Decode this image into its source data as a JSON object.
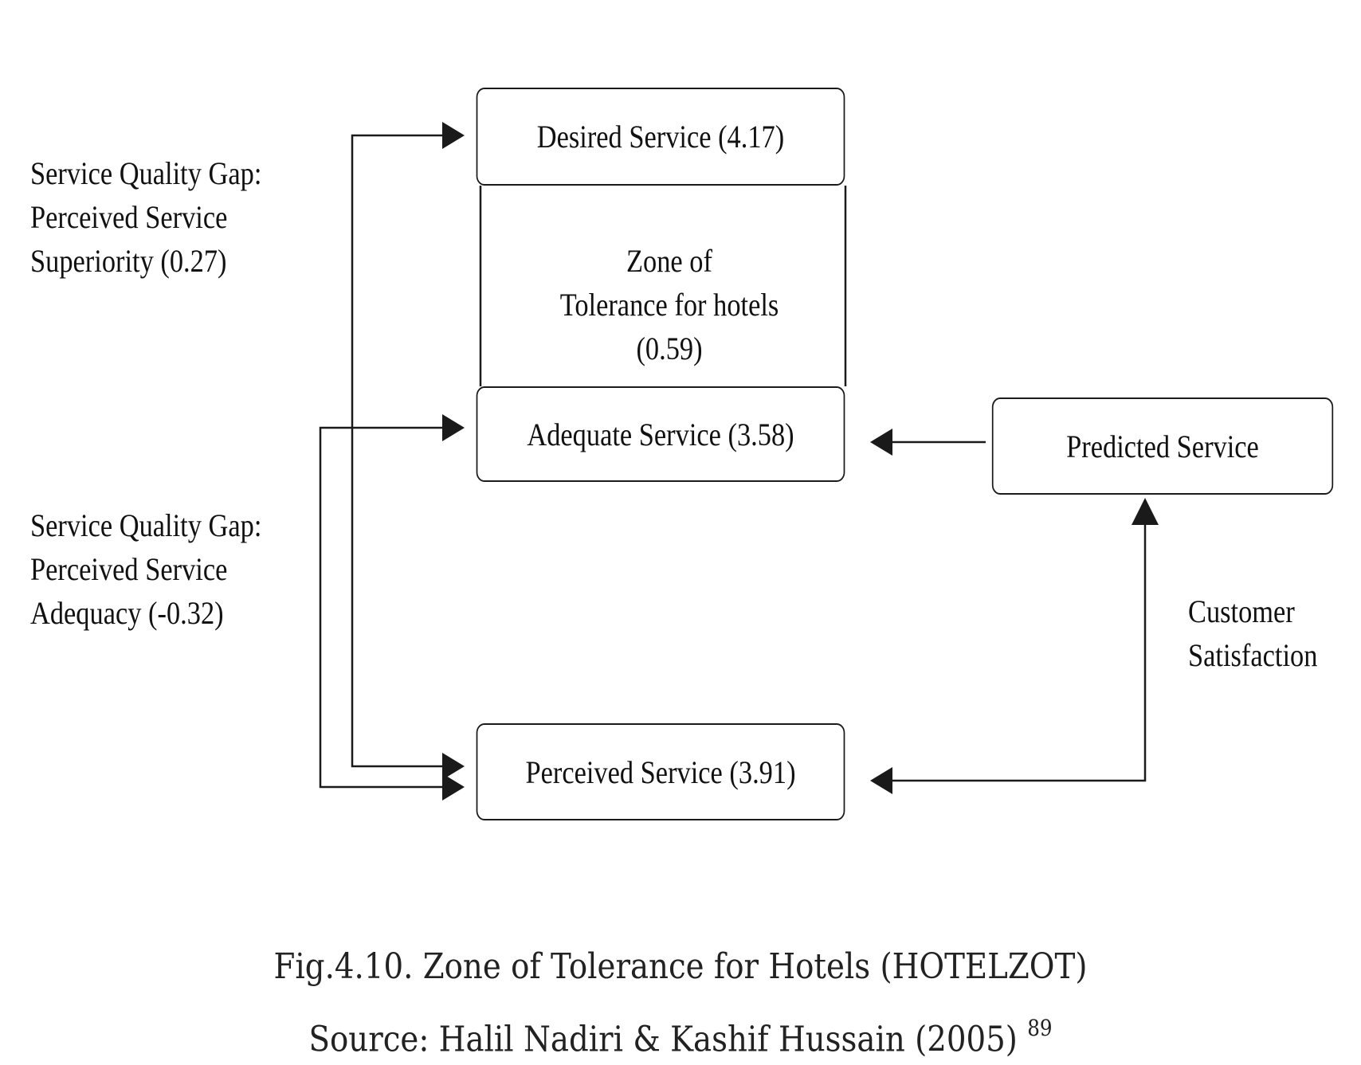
{
  "boxes": {
    "desired": "Desired Service (4.17)",
    "adequate": "Adequate Service (3.58)",
    "perceived": "Perceived Service (3.91)",
    "predicted": "Predicted Service"
  },
  "zone": {
    "line1": "Zone of",
    "line2": "Tolerance for hotels",
    "line3": "(0.59)"
  },
  "gap_superiority": {
    "line1": "Service Quality Gap:",
    "line2": "Perceived Service",
    "line3": "Superiority (0.27)"
  },
  "gap_adequacy": {
    "line1": "Service Quality Gap:",
    "line2": "Perceived Service",
    "line3": "Adequacy (-0.32)"
  },
  "customer_satisfaction": {
    "line1": "Customer",
    "line2": "Satisfaction"
  },
  "caption": {
    "figure": "Fig.4.10. Zone of Tolerance for Hotels (HOTELZOT)",
    "source": "Source: Halil Nadiri & Kashif Hussain (2005)",
    "ref": "89"
  },
  "colors": {
    "line": "#1a1a1a",
    "text": "#111111"
  }
}
